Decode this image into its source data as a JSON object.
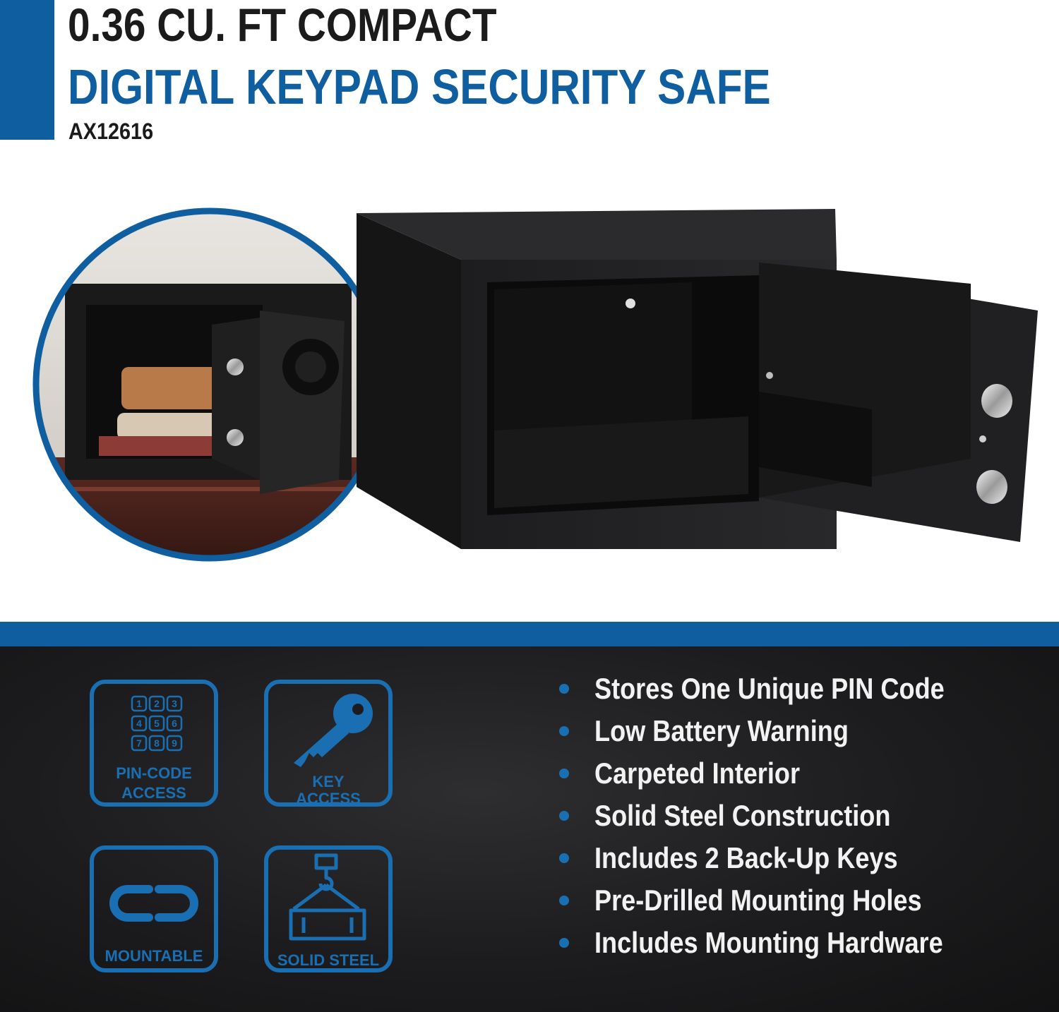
{
  "header": {
    "title_line1": "0.36 CU. FT COMPACT",
    "title_line2": "DIGITAL KEYPAD SECURITY SAFE",
    "model_number": "AX12616"
  },
  "colors": {
    "accent_blue": "#0f5fa0",
    "badge_blue": "#1a6fb3",
    "panel_dark": "#1c1c1e",
    "title_dark": "#1b1b1b"
  },
  "badges": [
    {
      "label_line1": "PIN-CODE",
      "label_line2": "ACCESS",
      "icon": "keypad-icon",
      "keys": [
        "1",
        "2",
        "3",
        "4",
        "5",
        "6",
        "7",
        "8",
        "9"
      ]
    },
    {
      "label_line1": "KEY",
      "label_line2": "ACCESS",
      "icon": "key-icon"
    },
    {
      "label_line1": "MOUNTABLE",
      "icon": "chain-link-icon"
    },
    {
      "label_line1": "SOLID STEEL",
      "icon": "steel-beam-icon"
    }
  ],
  "features": [
    "Stores One Unique PIN Code",
    "Low Battery Warning",
    "Carpeted Interior",
    "Solid Steel Construction",
    "Includes 2 Back-Up Keys",
    "Pre-Drilled Mounting Holes",
    "Includes Mounting Hardware"
  ]
}
